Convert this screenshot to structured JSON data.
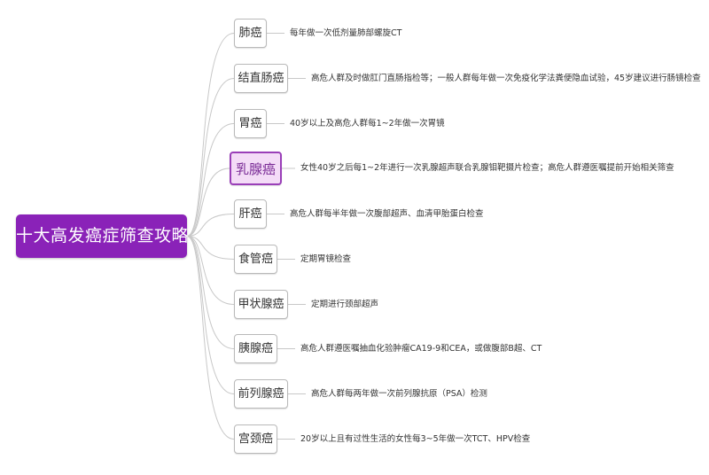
{
  "root": {
    "label": "十大高发癌症筛查攻略"
  },
  "cancers": [
    {
      "name": "肺癌",
      "screening": "每年做一次低剂量肺部螺旋CT"
    },
    {
      "name": "结直肠癌",
      "screening": "高危人群及时做肛门直肠指检等；一般人群每年做一次免疫化学法粪便隐血试验，45岁建议进行肠镜检查"
    },
    {
      "name": "胃癌",
      "screening": "40岁以上及高危人群每1~2年做一次胃镜"
    },
    {
      "name": "乳腺癌",
      "screening": "女性40岁之后每1~2年进行一次乳腺超声联合乳腺钼靶摄片检查；高危人群遵医嘱提前开始相关筛查"
    },
    {
      "name": "肝癌",
      "screening": "高危人群每半年做一次腹部超声、血清甲胎蛋白检查"
    },
    {
      "name": "食管癌",
      "screening": "定期胃镜检查"
    },
    {
      "name": "甲状腺癌",
      "screening": "定期进行颈部超声"
    },
    {
      "name": "胰腺癌",
      "screening": "高危人群遵医嘱抽血化验肿瘤CA19-9和CEA，或做腹部B超、CT"
    },
    {
      "name": "前列腺癌",
      "screening": "高危人群每两年做一次前列腺抗原（PSA）检测"
    },
    {
      "name": "宫颈癌",
      "screening": "20岁以上且有过性生活的女性每3~5年做一次TCT、HPV检查"
    }
  ],
  "colors": {
    "root_bg": "#8a22b8",
    "highlight_bg": "#f4dcf7",
    "highlight_border": "#9a3fb8",
    "connector": "#c8c8c8"
  }
}
